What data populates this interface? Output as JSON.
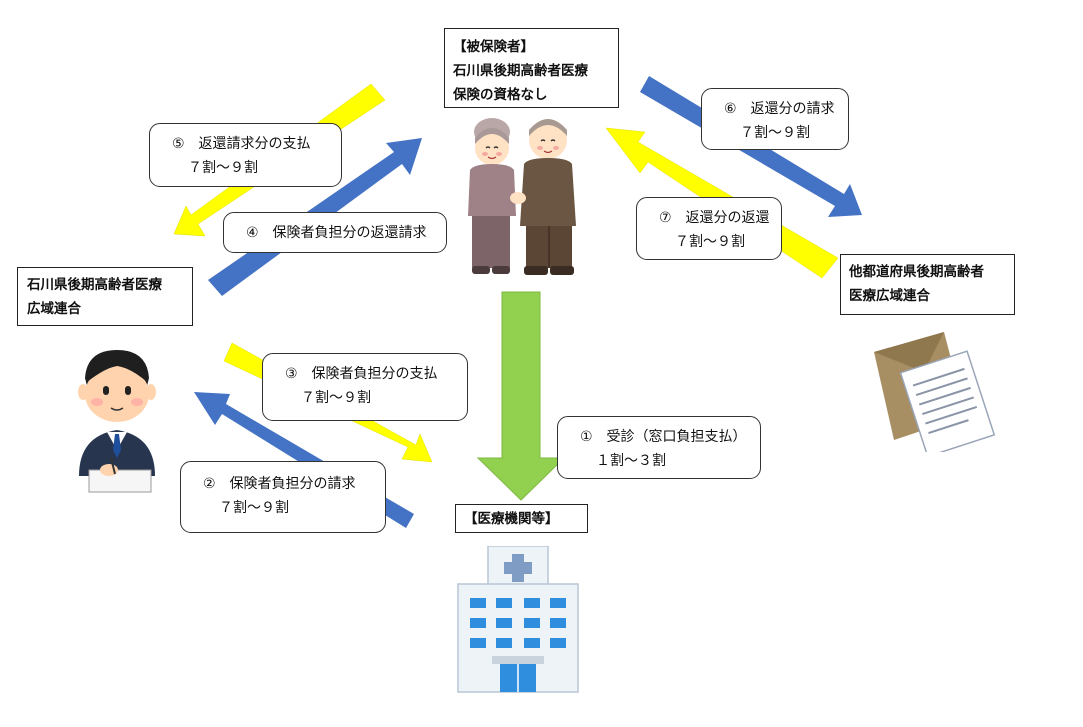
{
  "insured": {
    "line1": "【被保険者】",
    "line2": "石川県後期高齢者医療",
    "line3": "保険の資格なし"
  },
  "ishikawa_union": {
    "line1": "石川県後期高齢者医療",
    "line2": "広域連合"
  },
  "other_union": {
    "line1": "他都道府県後期高齢者",
    "line2": "医療広域連合"
  },
  "medical_institution": {
    "label": "【医療機関等】"
  },
  "steps": [
    {
      "l1": "①　受診（窓口負担支払）",
      "l2": "１割〜３割"
    },
    {
      "l1": "②　保険者負担分の請求",
      "l2": "７割〜９割"
    },
    {
      "l1": "③　保険者負担分の支払",
      "l2": "７割〜９割"
    },
    {
      "l1": "④　保険者負担分の返還請求",
      "l2": ""
    },
    {
      "l1": "⑤　返還請求分の支払",
      "l2": "７割〜９割"
    },
    {
      "l1": "⑥　返還分の請求",
      "l2": "７割〜９割"
    },
    {
      "l1": "⑦　返還分の返還",
      "l2": "７割〜９割"
    }
  ],
  "colors": {
    "yellow_arrow": "#ffff00",
    "blue_arrow": "#4472c4",
    "green_arrow": "#92d050"
  },
  "icons": [
    "elderly-couple-icon",
    "office-worker-icon",
    "envelope-document-icon",
    "hospital-building-icon"
  ]
}
